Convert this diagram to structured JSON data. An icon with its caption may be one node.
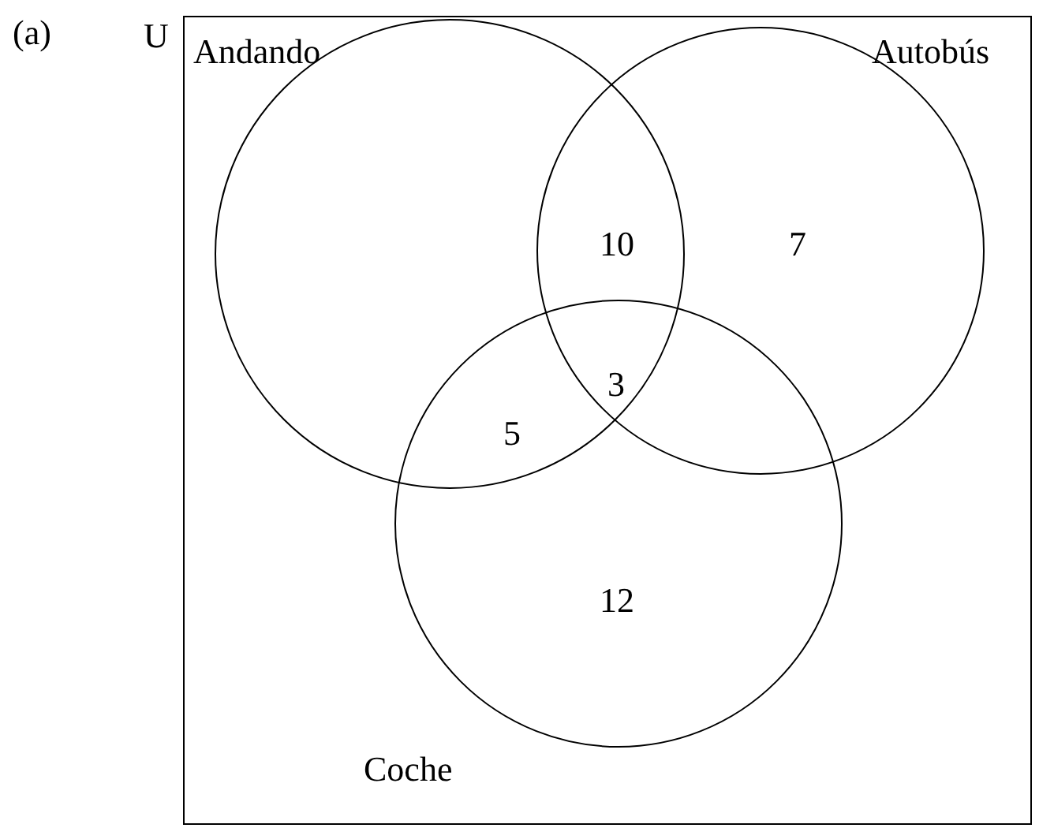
{
  "diagram": {
    "nodes": [
      {
        "text": [
          "U"
        ]
      },
      {
        "text": [
          "Andando"
        ],
        "in": 0
      },
      {
        "text": [
          "Autobús"
        ],
        "in": 0
      },
      {
        "text": [
          "Coche"
        ],
        "in": 0
      }
    ],
    "labels": [
      "(a)",
      "10",
      "7",
      "3",
      "5",
      "12"
    ]
  }
}
